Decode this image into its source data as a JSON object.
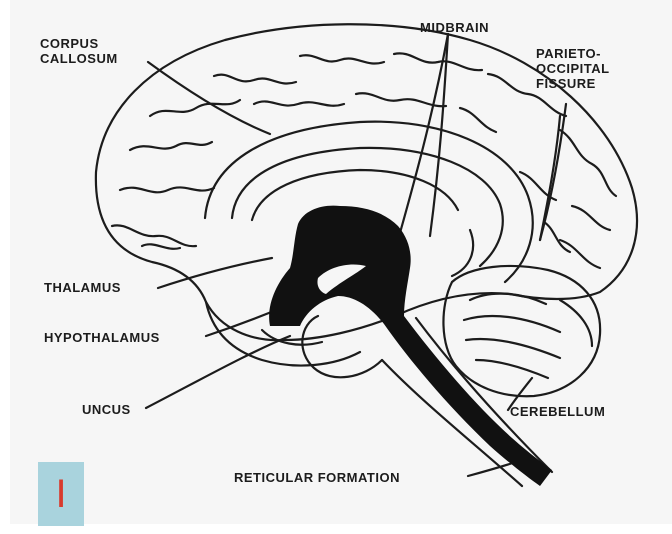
{
  "labels": {
    "corpus_callosum": "CORPUS\nCALLOSUM",
    "midbrain": "MIDBRAIN",
    "parieto_occipital_fissure": "PARIETO-\nOCCIPITAL\nFISSURE",
    "thalamus": "THALAMUS",
    "hypothalamus": "HYPOTHALAMUS",
    "uncus": "UNCUS",
    "cerebellum": "CEREBELLUM",
    "reticular_formation": "RETICULAR FORMATION"
  },
  "badge": {
    "text": "I"
  },
  "colors": {
    "ink": "#1c1c1c",
    "background": "#f6f6f6",
    "badge_fill": "#a9d3dd",
    "badge_text": "#d83a2c"
  }
}
